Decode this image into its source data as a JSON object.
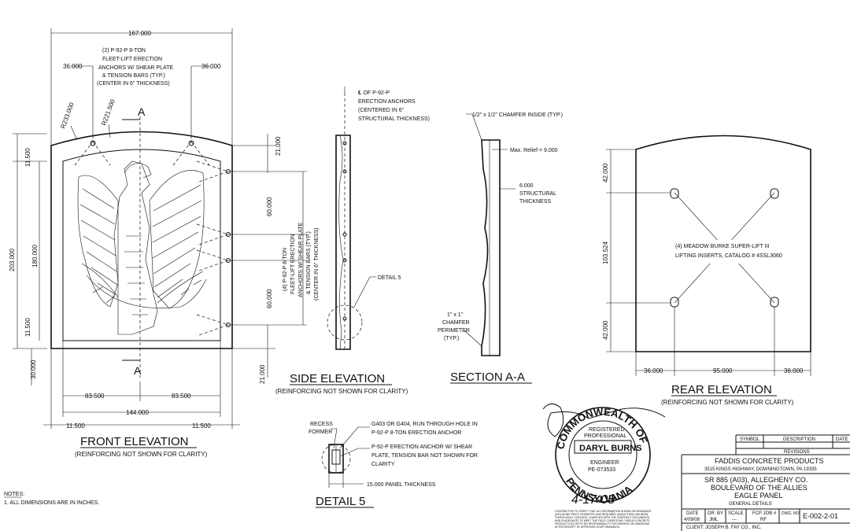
{
  "front": {
    "overall_width": "167.000",
    "callout_anchors": [
      "(2) P-92-P 8-TON",
      "FLEET-LIFT ERECTION",
      "ANCHORS W/ SHEAR PLATE",
      "& TENSION BARS (TYP.)",
      "(CENTER IN 6\" THICKNESS)"
    ],
    "top_left_edge": "36.000",
    "top_right_edge": "36.000",
    "radius_outer": "R233.000",
    "radius_inner": "R221.500",
    "section_marker": "A",
    "height_total": "203.000",
    "height_inner": "180.000",
    "edge_top_left": "11.500",
    "edge_bottom_left": "11.500",
    "bottom_offset": "30.000",
    "half_left": "83.500",
    "half_right": "83.500",
    "inner_width": "144.000",
    "edge_left": "11.500",
    "edge_right": "11.500",
    "right_top": "21.000",
    "right_mid1": "60.000",
    "right_mid2": "60.000",
    "right_bottom": "21.000",
    "side_callout": [
      "(4) P-92-P 8-TON",
      "FLEET-LIFT ERECTION",
      "ANCHORS W/ SHEAR PLATE",
      "& TENSION BARS (TYP.)",
      "(CENTER IN 6\" THICKNESS)"
    ],
    "title": "FRONT ELEVATION",
    "subtitle": "(REINFORCING NOT SHOWN FOR CLARITY)"
  },
  "side": {
    "callout": [
      "℄ OF P-92-P",
      "ERECTION ANCHORS",
      "(CENTERED IN 6\"",
      "STRUCTURAL THICKNESS)"
    ],
    "detail_ref": "DETAIL 5",
    "title": "SIDE ELEVATION",
    "subtitle": "(REINFORCING NOT SHOWN FOR CLARITY)"
  },
  "section": {
    "chamfer_top": "1/2\" x 1/2\" CHAMFER INSIDE (TYP.)",
    "max_relief": "Max. Relief = 9.000",
    "structural": [
      "6.000",
      "STRUCTURAL",
      "THICKNESS"
    ],
    "chamfer_perimeter": [
      "1\" x 1\"",
      "CHAMFER",
      "PERIMETER",
      "(TYP.)"
    ],
    "title": "SECTION A-A"
  },
  "rear": {
    "left_top": "42.000",
    "left_mid": "103.524",
    "left_bottom": "42.000",
    "bottom_left": "36.000",
    "bottom_mid": "95.000",
    "bottom_right": "36.000",
    "callout": [
      "(4) MEADOW BURKE SUPER-LIFT III",
      "LIFTING INSERTS, CATALOG # 4SSL3060"
    ],
    "title": "REAR ELEVATION",
    "subtitle": "(REINFORCING NOT SHOWN FOR CLARITY)"
  },
  "detail5": {
    "recess": [
      "RECESS",
      "FORMER"
    ],
    "bar": [
      "G403 OR G404, RUN THROUGH HOLE IN",
      "P-92-P 8-TON ERECTION ANCHOR"
    ],
    "anchor": [
      "P-92-P ERECTION ANCHOR W/ SHEAR",
      "PLATE, TENSION BAR NOT SHOWN FOR",
      "CLARITY"
    ],
    "panel": "15.000 PANEL THICKNESS",
    "title": "DETAIL 5"
  },
  "notes": {
    "heading": "NOTES:",
    "items": [
      "1. ALL DIMENSIONS ARE IN INCHES."
    ]
  },
  "seal": {
    "top_text": "COMMONWEALTH OF",
    "registered": "REGISTERED",
    "professional": "PROFESSIONAL",
    "name": "DARYL BURNS",
    "role": "ENGINEER",
    "license": "PE-073533",
    "bottom_text": "PENNSYLVANIA",
    "signature_date": "4-17-08"
  },
  "title_block": {
    "rev_headers": [
      "SYMBOL",
      "DESCRIPTION",
      "DATE"
    ],
    "revisions_label": "REVISIONS",
    "company": "FADDIS CONCRETE PRODUCTS",
    "address": "3515 KINGS HIGHWAY, DOWNINGTOWN, PA  19335",
    "project_1": "SR 885 (A03), ALLEGHENY CO.",
    "project_2": "BOULEVARD OF THE ALLIES",
    "project_3": "EAGLE PANEL",
    "project_4": "GENERAL DETAILS",
    "fields": [
      {
        "label": "DATE",
        "value": "4/09/08"
      },
      {
        "label": "DR. BY",
        "value": "JML"
      },
      {
        "label": "SCALE",
        "value": "---"
      },
      {
        "label": "FCP JOB #",
        "value": "RF"
      },
      {
        "label": "DWG. NO.",
        "value": "E-002-2-01"
      }
    ],
    "client": "CLIENT:  JOSEPH B. FAY CO., INC.",
    "disclaimer": [
      "CONTRACTOR TO VERIFY THAT ALL INFORMATION SHOWN ON DRAWINGS",
      "(INCLUDING PIECE GEOMETRY AND REQUIRED QUANTITIES) HAS BEEN",
      "THOROUGHLY CHECKED, COMPLIES WITH THE CONTRACT DOCUMENTS",
      "AND IS ADEQUATE TO MEET THE FIELD CONDITIONS. FADDIS CONCRETE",
      "PRODUCTS ACCEPTS NO RESPONSIBILITY FOR ERRORS OR OMISSIONS",
      "AFTER RECEIPT OF APPROVED SHOP DRAWINGS."
    ]
  }
}
